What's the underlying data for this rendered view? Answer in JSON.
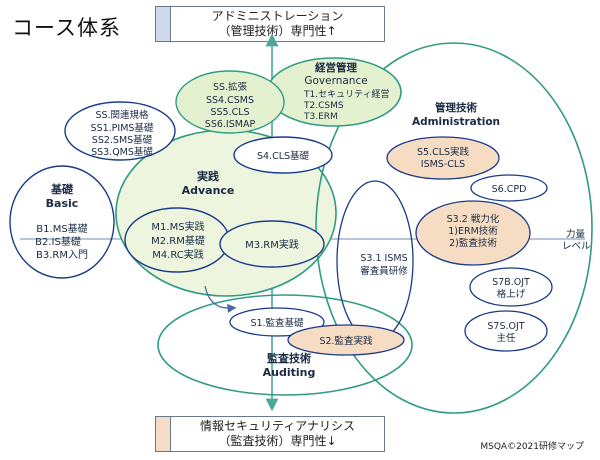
{
  "title": "コース体系",
  "credit": "MSQA©2021研修マップ",
  "top_box": {
    "line1": "アドミニストレーション",
    "line2": "（管理技術）専門性↑"
  },
  "bottom_box": {
    "line1": "情報セキュリティアナリシス",
    "line2": "（監査技術）専門性↓"
  },
  "axis_label": {
    "line1": "力量",
    "line2": "レベル"
  },
  "basic": {
    "name_jp": "基礎",
    "name_en": "Basic",
    "courses": [
      "B1.MS基礎",
      "B2.IS基礎",
      "B3.RM入門"
    ]
  },
  "advance": {
    "name_jp": "実践",
    "name_en": "Advance",
    "group_a": [
      "M1.MS実践",
      "M2.RM基礎",
      "M4.RC実践"
    ],
    "group_b": "M3.RM実践",
    "s4": "S4.CLS基礎"
  },
  "related": {
    "items": [
      "SS.関連規格",
      "SS1.PIMS基礎",
      "SS2.SMS基礎",
      "SS3.QMS基礎"
    ]
  },
  "extension": {
    "items": [
      "SS.拡張",
      "SS4.CSMS",
      "SS5.CLS",
      "SS6.ISMAP"
    ]
  },
  "governance": {
    "name_jp": "経営管理",
    "name_en": "Governance",
    "items": [
      "T1.セキュリティ経営",
      "T2.CSMS",
      "T3.ERM"
    ]
  },
  "administration": {
    "name_jp": "管理技術",
    "name_en": "Administration",
    "s5": [
      "S5.CLS実践",
      "ISMS-CLS"
    ],
    "s6": "S6.CPD",
    "s32": [
      "S3.2 戦力化",
      "1)ERM技術",
      "2)監査技術"
    ],
    "s31": [
      "S3.1 ISMS",
      "審査員研修"
    ],
    "s7b": [
      "S7B.OJT",
      "格上げ"
    ],
    "s7s": [
      "S7S.OJT",
      "主任"
    ]
  },
  "auditing": {
    "name_jp": "監査技術",
    "name_en": "Auditing",
    "s1": "S1.監査基礎",
    "s2": "S2.監査実践"
  }
}
